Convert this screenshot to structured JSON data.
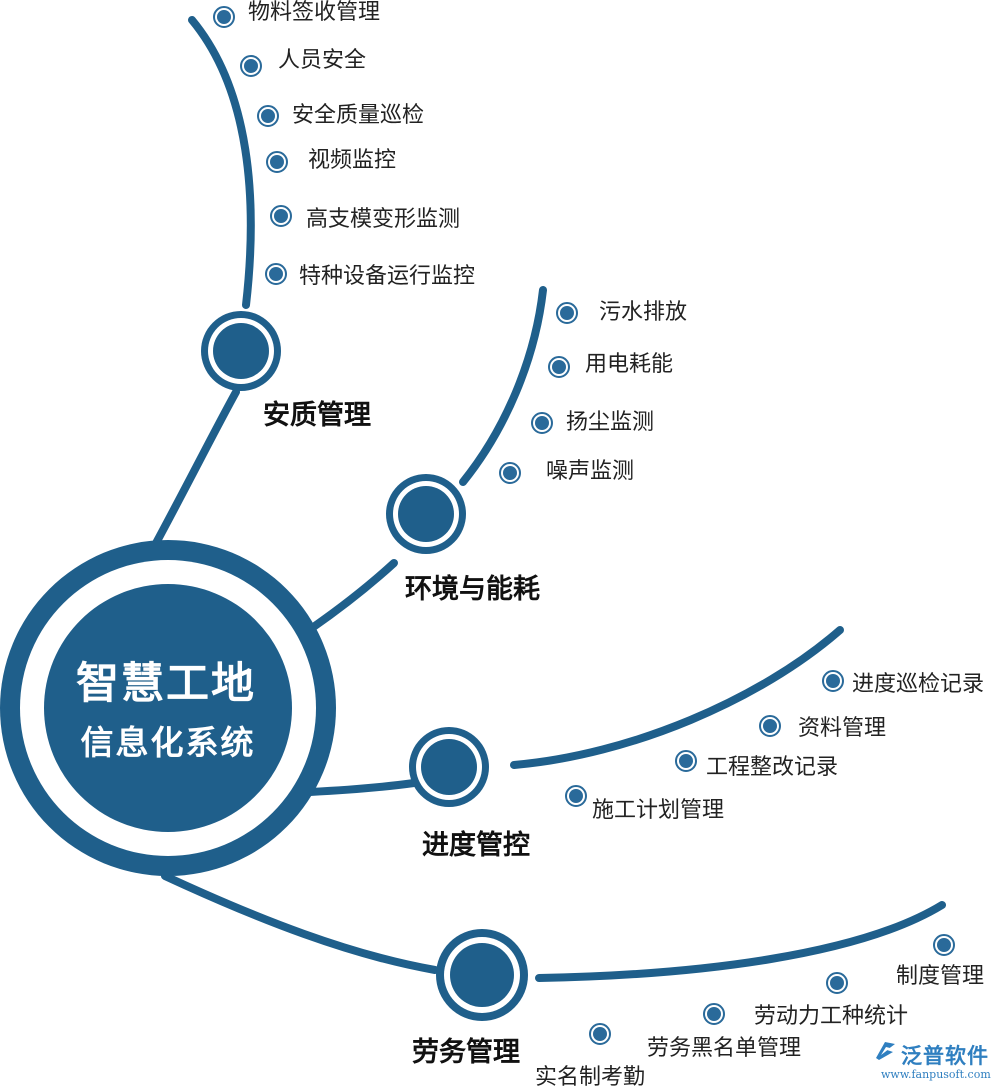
{
  "center": {
    "title": "智慧工地",
    "subtitle": "信息化系统"
  },
  "branches": [
    {
      "label": "安质管理",
      "items": [
        "物料签收管理",
        "人员安全",
        "安全质量巡检",
        "视频监控",
        "高支模变形监测",
        "特种设备运行监控"
      ]
    },
    {
      "label": "环境与能耗",
      "items": [
        "污水排放",
        "用电耗能",
        "扬尘监测",
        "噪声监测"
      ]
    },
    {
      "label": "进度管控",
      "items": [
        "进度巡检记录",
        "资料管理",
        "工程整改记录",
        "施工计划管理"
      ]
    },
    {
      "label": "劳务管理",
      "items": [
        "制度管理",
        "劳动力工种统计",
        "劳务黑名单管理",
        "实名制考勤"
      ]
    }
  ],
  "logo": {
    "name": "泛普软件",
    "url": "www.fanpusoft.com"
  },
  "colors": {
    "primary": "#1f5f8b",
    "dot": "#2a6a9a",
    "logo": "#2f7fc0"
  }
}
